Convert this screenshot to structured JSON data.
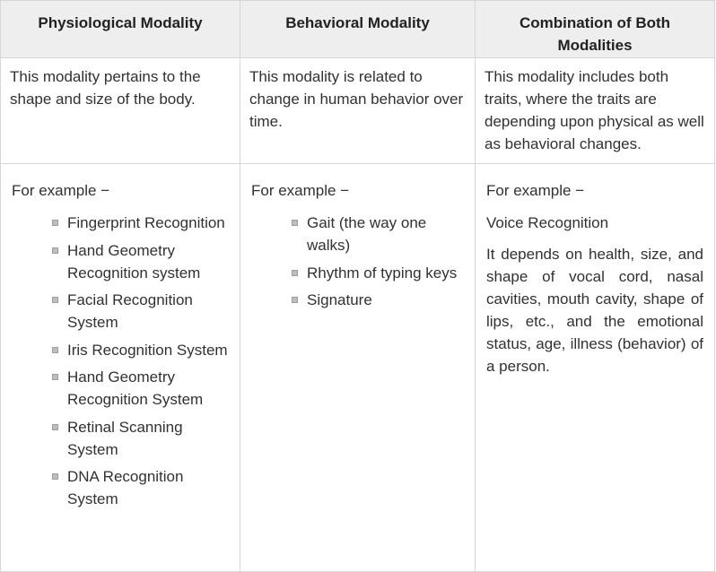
{
  "headers": [
    "Physiological Modality",
    "Behavioral Modality",
    "Combination of Both Modalities"
  ],
  "descriptions": [
    "This modality pertains to the shape and size of the body.",
    "This modality is related to change in human behavior over time.",
    "This modality includes both traits, where the traits are depending upon physical as well as behavioral changes."
  ],
  "examples": {
    "intro": "For example −",
    "physiological": [
      "Fingerprint Recognition",
      "Hand Geometry Recognition system",
      "Facial Recognition System",
      "Iris Recognition System",
      "Hand Geometry Recognition System",
      "Retinal Scanning System",
      "DNA Recognition System"
    ],
    "behavioral": [
      "Gait (the way one walks)",
      "Rhythm of typing keys",
      "Signature"
    ],
    "combination": {
      "title": "Voice Recognition",
      "text": "It depends on health, size, and shape of vocal cord, nasal cavities, mouth cavity, shape of lips, etc., and the emotional status, age, illness (behavior) of a person."
    }
  },
  "colors": {
    "header_bg": "#eeeeee",
    "border": "#d6d6d6",
    "text": "#313131",
    "bullet": "#bdbdbd"
  }
}
